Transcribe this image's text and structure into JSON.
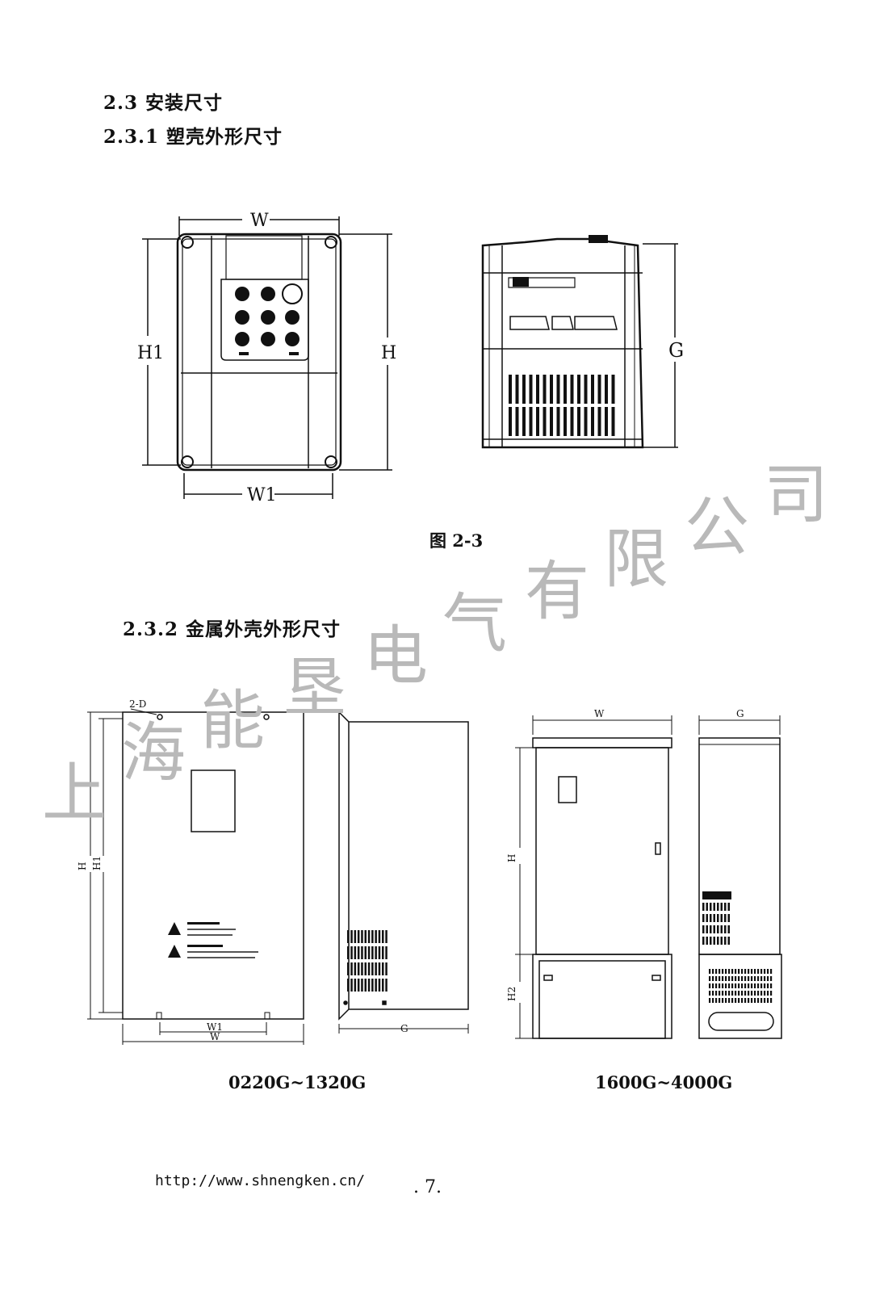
{
  "headings": {
    "section": "2.3 安装尺寸",
    "sub1": "2.3.1  塑壳外形尺寸",
    "sub2": "2.3.2  金属外壳外形尺寸"
  },
  "figure_caption": "图 2-3",
  "plastic_labels": {
    "W": "W",
    "H1": "H1",
    "H": "H",
    "W1": "W1",
    "G": "G"
  },
  "metal_small": {
    "caption": "0220G~1320G",
    "hole_label": "2-D",
    "H": "H",
    "H1": "H1",
    "W1": "W1",
    "W": "W",
    "G": "G"
  },
  "metal_large": {
    "caption": "1600G~4000G",
    "W": "W",
    "G": "G",
    "H": "H",
    "H2": "H2"
  },
  "watermark": [
    "上",
    "海",
    "能",
    "垦",
    "电",
    "气",
    "有",
    "限",
    "公",
    "司"
  ],
  "footer": {
    "url": "http://www.shnengken.cn/",
    "page": ". 7."
  }
}
